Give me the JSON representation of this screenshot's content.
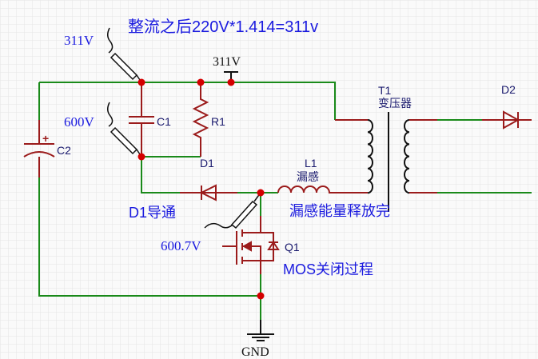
{
  "colors": {
    "wire_green": "#1a8a1a",
    "wire_red": "#9b1b1b",
    "junction": "#d40000",
    "annotation_blue": "#1a1adf",
    "label_navy": "#1a1a6e",
    "black": "#111111",
    "grid": "#e6e6e6"
  },
  "annotations": {
    "title": "整流之后220V*1.414=311v",
    "probe_top": "311V",
    "probe_c1": "600V",
    "probe_mos": "600.7V",
    "d1_note": "D1导通",
    "leak_note": "漏感能量释放完",
    "mos_note": "MOS关闭过程"
  },
  "components": {
    "c1": "C1",
    "c2": "C2",
    "c2_plus": "+",
    "r1": "R1",
    "d1": "D1",
    "d2": "D2",
    "l1": "L1",
    "l1_desc": "漏感",
    "t1": "T1",
    "t1_desc": "变压器",
    "q1": "Q1",
    "net_311": "311V",
    "gnd": "GND"
  }
}
